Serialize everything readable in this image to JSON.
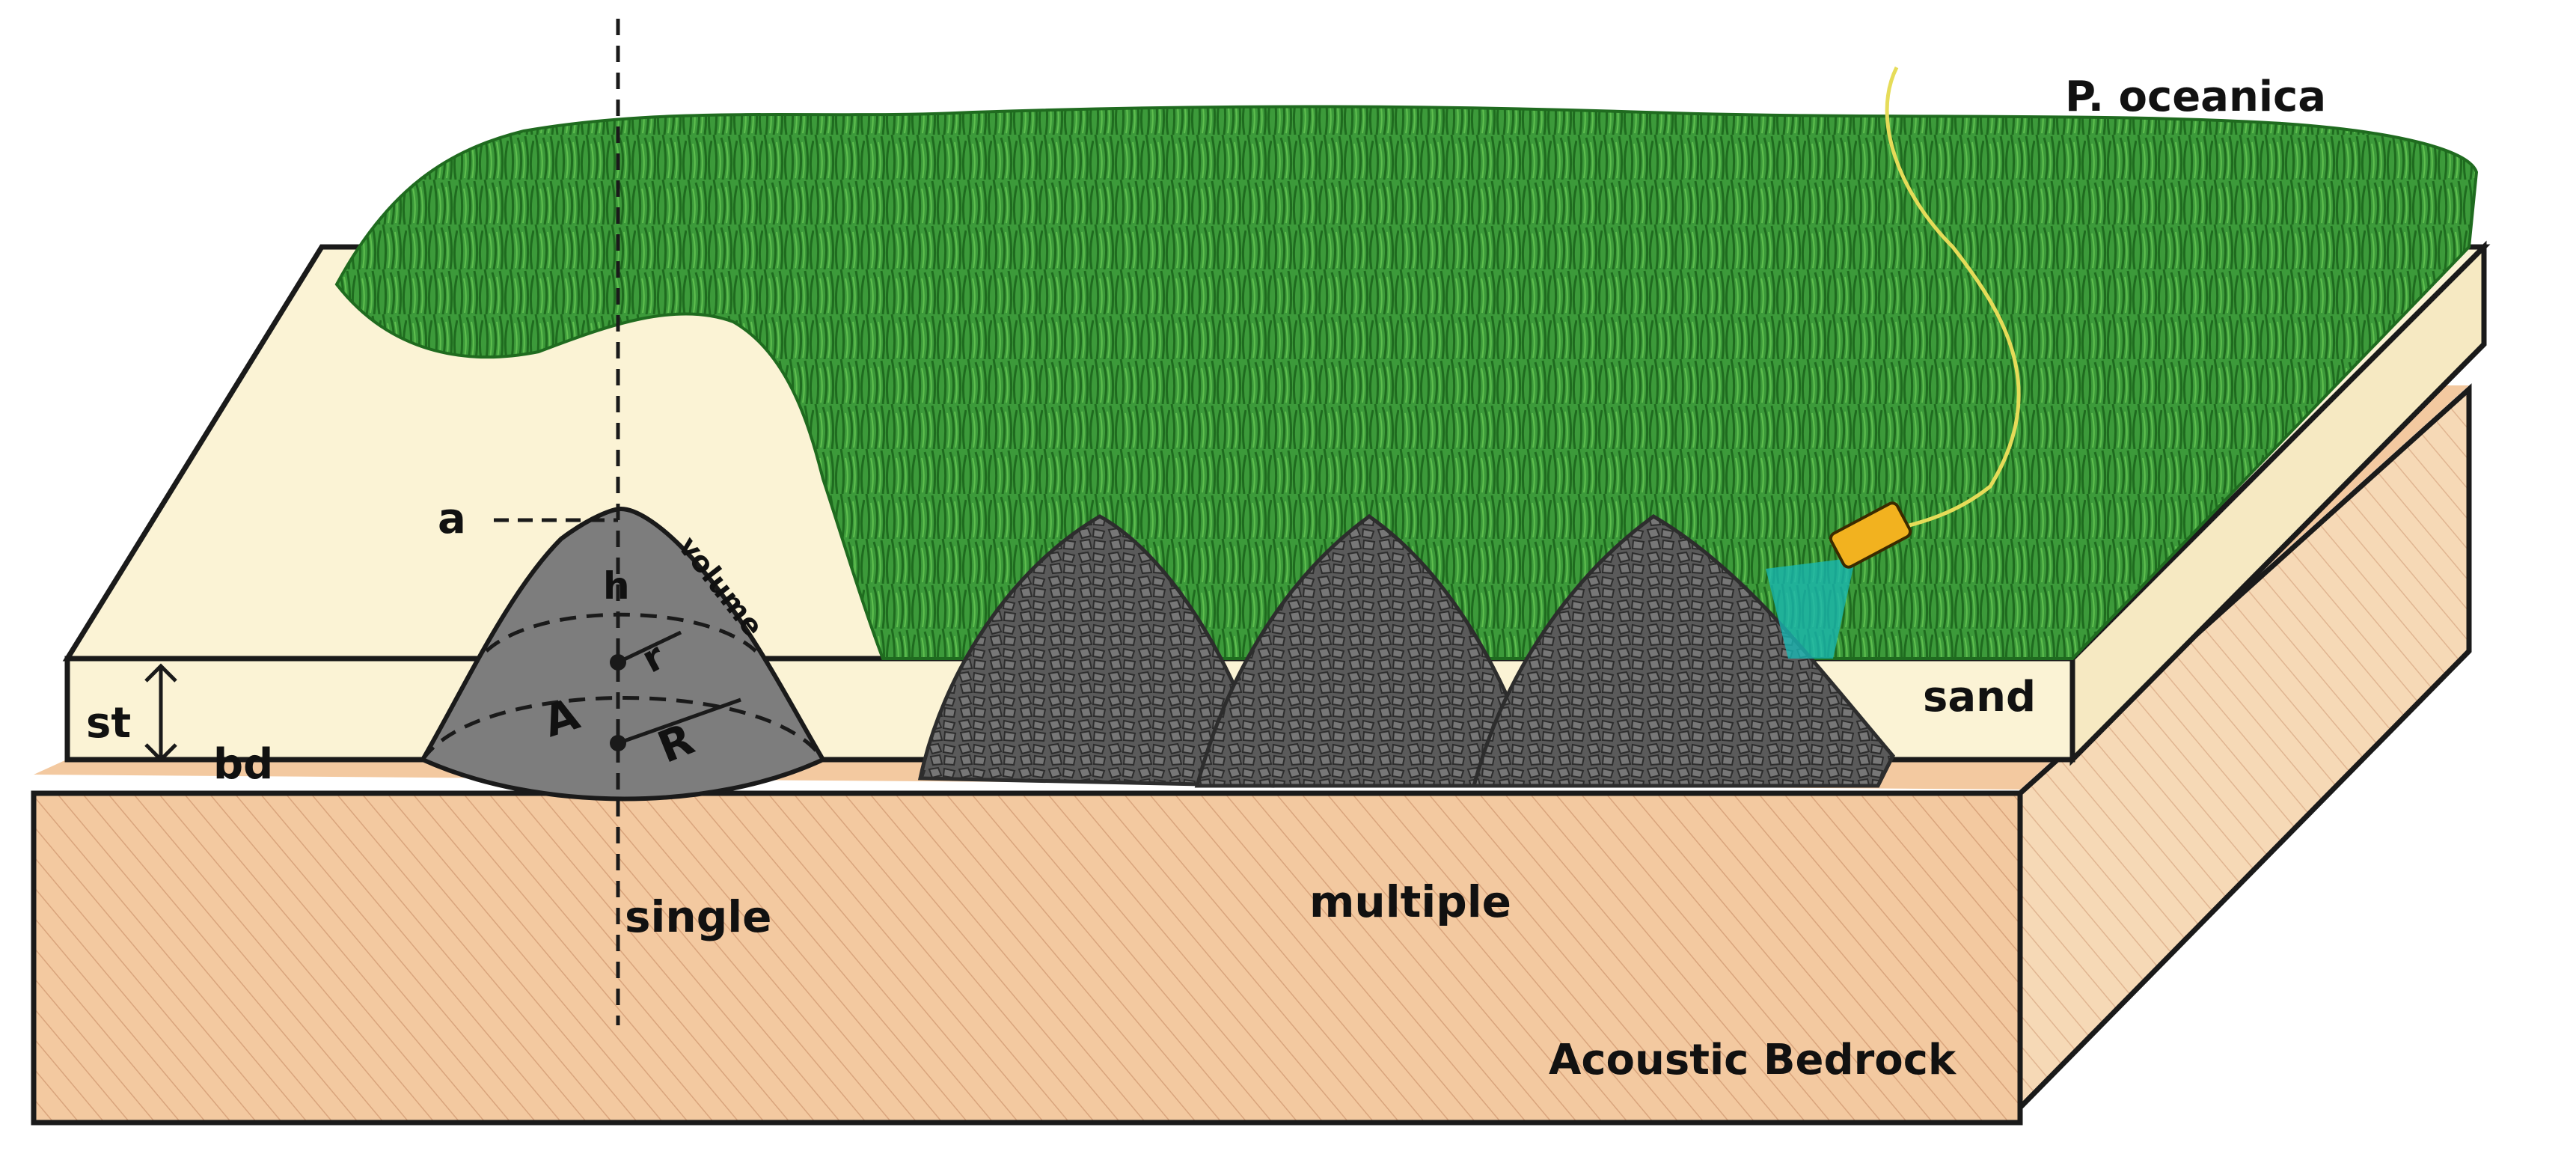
{
  "labels": {
    "species": "P. oceanica",
    "sand": "sand",
    "bedrock": "Acoustic Bedrock",
    "single": "single",
    "multiple": "multiple",
    "st": "st",
    "bd": "bd",
    "apex": "a",
    "height": "h",
    "volume": "volume",
    "small_radius": "r",
    "base_radius": "R",
    "area": "A"
  },
  "colors": {
    "seagrass": "#3c9a3a",
    "seagrass_dark": "#1f6b1f",
    "sand": "#fbf3d5",
    "bedrock": "#f3c9a0",
    "cone": "#7d7d7d",
    "rubble": "#5a5a5a",
    "robot": "#f2b21f",
    "sonar_beam": "#18b7b3",
    "tether": "#e6dc59",
    "outline": "#1a1a1a"
  },
  "icons": {
    "robot": "underwater-robot-icon",
    "arrow": "double-arrow-icon"
  }
}
